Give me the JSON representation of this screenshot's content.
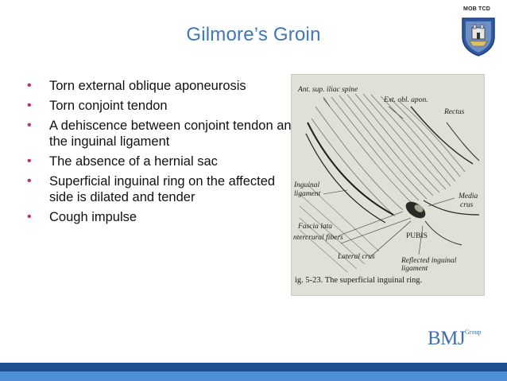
{
  "header": {
    "mob_label": "MOB TCD",
    "title": "Gilmore’s Groin"
  },
  "bullets": [
    {
      "text": "Torn external oblique aponeurosis"
    },
    {
      "text": "Torn conjoint tendon"
    },
    {
      "text": "A dehiscence between conjoint tendon and the inguinal ligament"
    },
    {
      "text": "The absence of a hernial sac"
    },
    {
      "text": "Superficial inguinal ring on the affected side is dilated and tender"
    },
    {
      "text": "Cough impulse"
    }
  ],
  "figure": {
    "labels": {
      "ant_sup_iliac_spine": "Ant. sup. iliac spine",
      "ext_obl_apon": "Ext. obl. apon.",
      "rectus": "Rectus",
      "inguinal": "Inguinal",
      "ligament": "ligament",
      "medial": "Media",
      "crus": "crus",
      "fascia_lata": "Fascia lata",
      "intercrural_fibers": "ntercrural fibers",
      "pubis": "PUBIS",
      "lateral_crus": "Lateral crus",
      "reflected_inguinal": "Reflected inguinal",
      "reflected_ligament": "ligament"
    },
    "caption": "ig. 5-23.  The superficial inguinal ring."
  },
  "footer": {
    "brand": "BMJ",
    "brand_sup": "Group"
  },
  "colors": {
    "title": "#3f78b4",
    "bullet_dot": "#c1287c",
    "bar_dark": "#1f4f90",
    "bar_light": "#4e8ed6"
  }
}
